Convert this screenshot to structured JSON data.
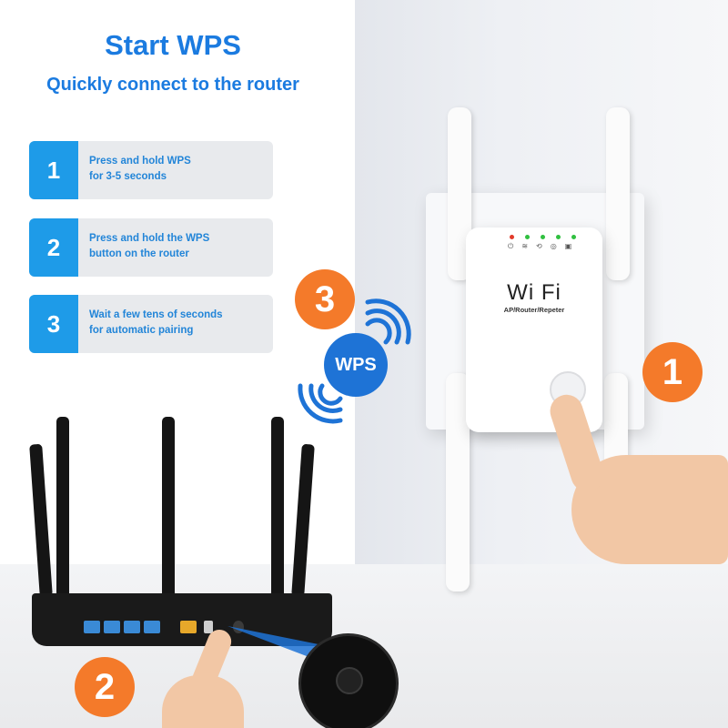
{
  "header": {
    "title": "Start WPS",
    "subtitle": "Quickly connect to the router"
  },
  "steps": [
    {
      "number": "1",
      "line1": "Press and hold WPS",
      "line2": "for 3-5 seconds"
    },
    {
      "number": "2",
      "line1": "Press and hold the WPS",
      "line2": "button on the router"
    },
    {
      "number": "3",
      "line1": "Wait a few tens of seconds",
      "line2": "for automatic pairing"
    }
  ],
  "badges": {
    "extender": "1",
    "router": "2",
    "pairing": "3"
  },
  "wps_label": "WPS",
  "extender": {
    "logo": "Wi Fi",
    "model": "AP/Router/Repeter"
  },
  "colors": {
    "accent_blue": "#1b7be0",
    "step_blue": "#1e9be8",
    "badge_orange": "#f47a2a",
    "wps_blue": "#1e73d6",
    "port_blue": "#3a8ad6",
    "port_yellow": "#e7a82a"
  }
}
